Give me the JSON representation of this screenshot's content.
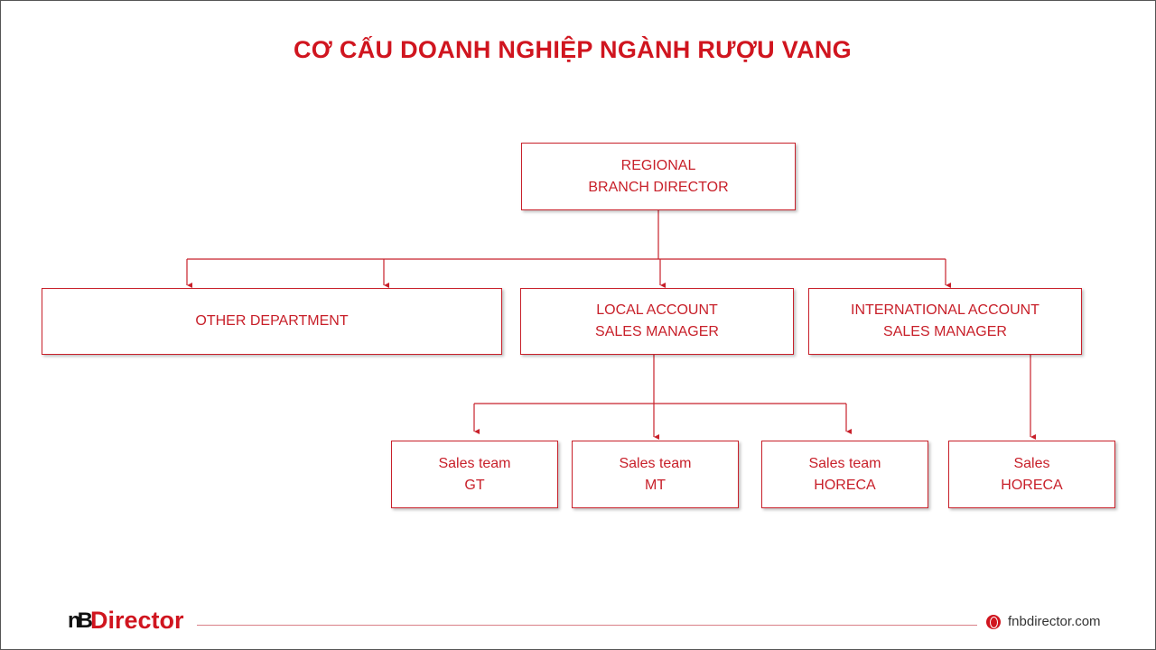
{
  "title": "CƠ CẤU DOANH NGHIỆP NGÀNH RƯỢU VANG",
  "nodes": {
    "regional": {
      "line1": "REGIONAL",
      "line2": "BRANCH DIRECTOR"
    },
    "other": {
      "line1": "OTHER DEPARTMENT"
    },
    "local": {
      "line1": "LOCAL ACCOUNT",
      "line2": "SALES MANAGER"
    },
    "intl": {
      "line1": "INTERNATIONAL ACCOUNT",
      "line2": "SALES MANAGER"
    },
    "gt": {
      "line1": "Sales team",
      "line2": "GT"
    },
    "mt": {
      "line1": "Sales team",
      "line2": "MT"
    },
    "horeca": {
      "line1": "Sales team",
      "line2": "HORECA"
    },
    "sales_horeca": {
      "line1": "Sales",
      "line2": "HORECA"
    }
  },
  "footer": {
    "logo_mark": "nB",
    "logo_text": "Director",
    "website": "fnbdirector.com"
  },
  "colors": {
    "accent": "#c8202a"
  }
}
